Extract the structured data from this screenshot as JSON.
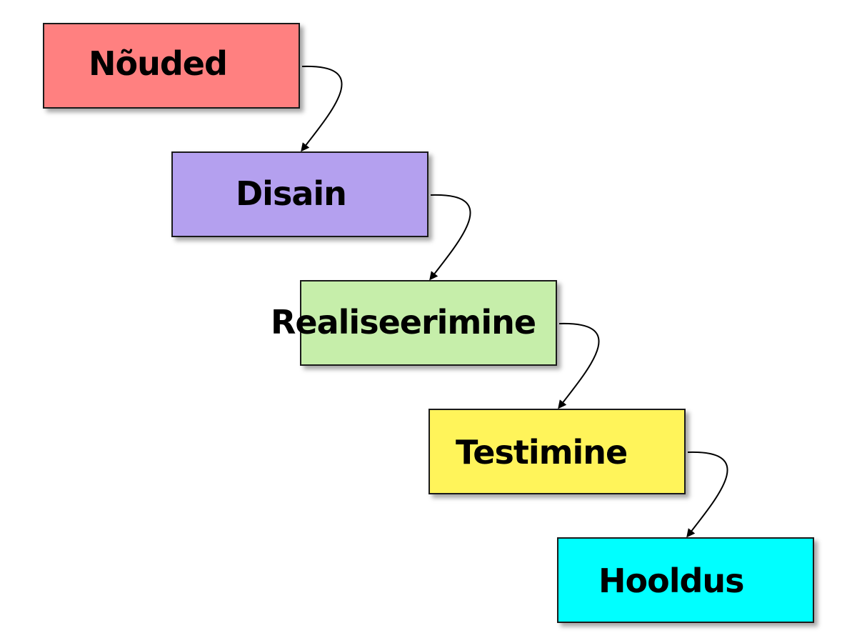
{
  "stages": [
    {
      "label": "Nõuded",
      "color": "#ff8080"
    },
    {
      "label": "Disain",
      "color": "#b4a0ef"
    },
    {
      "label": "Realiseerimine",
      "color": "#c6eeaa"
    },
    {
      "label": "Testimine",
      "color": "#fff45a"
    },
    {
      "label": "Hooldus",
      "color": "#00ffff"
    }
  ]
}
